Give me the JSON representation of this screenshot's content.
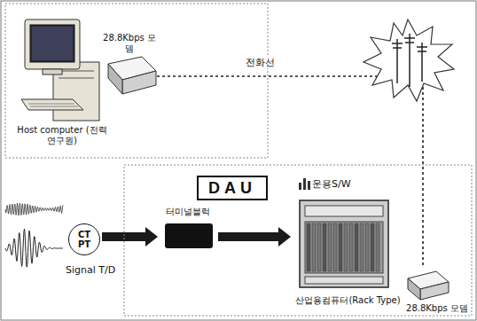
{
  "diagram": {
    "nodes": [
      {
        "text": [
          "Host computer (전력연구원)"
        ]
      },
      {
        "text": [
          "28.8Kbps 모뎀"
        ]
      },
      {
        "text": [
          "DAU"
        ]
      },
      {
        "text": [
          "CT PT"
        ]
      },
      {
        "text": [
          "터미널블럭"
        ]
      },
      {
        "text": [
          "산업용컴퓨터(Rack Type)"
        ]
      },
      {
        "text": [
          "28.8Kbps 모뎀"
        ]
      }
    ],
    "edges": [
      {
        "from": 1,
        "to": 6,
        "label": "전화선",
        "arrow": "none"
      },
      {
        "from": 3,
        "to": 4,
        "arrow": "to"
      },
      {
        "from": 4,
        "to": 5,
        "arrow": "to"
      }
    ],
    "labels": [
      "Signal T/D",
      "운용S/W"
    ]
  }
}
